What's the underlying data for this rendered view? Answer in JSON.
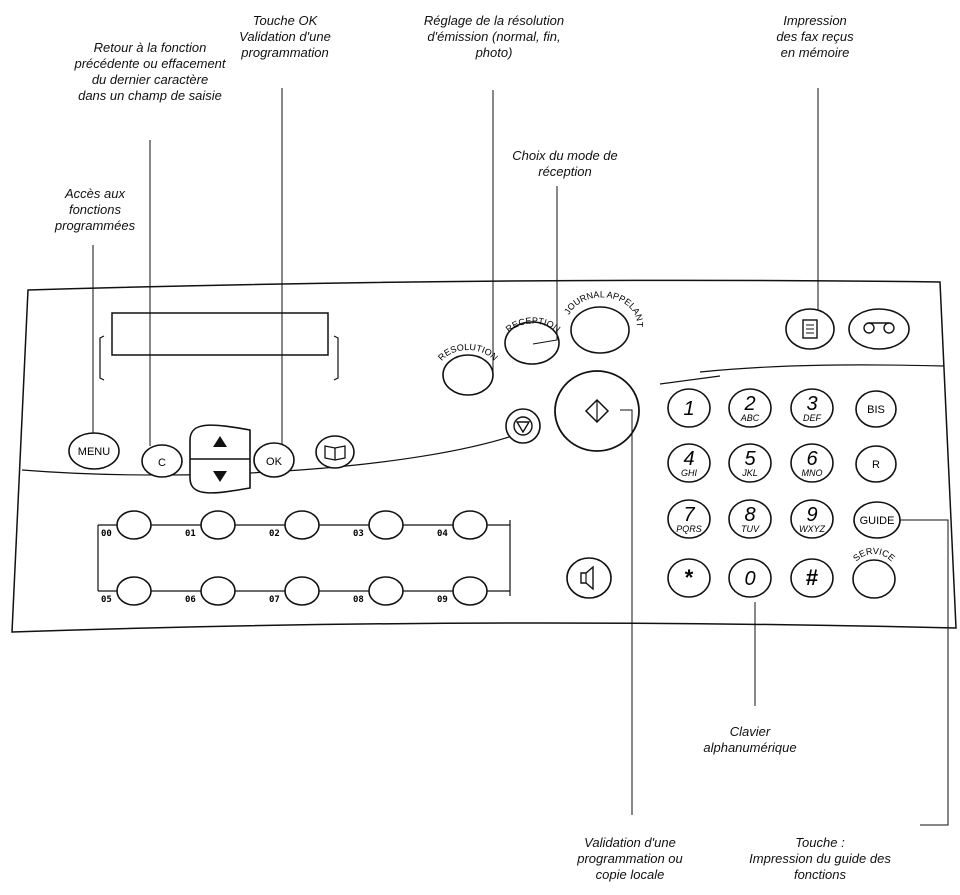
{
  "captions": {
    "retour": [
      "Retour à la fonction",
      "précédente ou effacement",
      "du dernier caractère",
      "dans un champ de saisie"
    ],
    "touche_ok": [
      "Touche OK",
      "Validation d'une",
      "programmation"
    ],
    "reglage_resolution": [
      "Réglage de la résolution",
      "d'émission (normal, fin,",
      "photo)"
    ],
    "impression_fax": [
      "Impression",
      "des fax reçus",
      "en mémoire"
    ],
    "choix_mode": [
      "Choix du mode de",
      "réception"
    ],
    "acces_fonctions": [
      "Accès aux",
      "fonctions",
      "programmées"
    ],
    "clavier": [
      "Clavier",
      "alphanumérique"
    ],
    "validation_copie": [
      "Validation d'une",
      "programmation ou",
      "copie locale"
    ],
    "touche_guide": [
      "Touche :",
      "Impression du guide des",
      "fonctions"
    ]
  },
  "buttons": {
    "menu": "MENU",
    "c": "C",
    "ok": "OK",
    "resolution": "RESOLUTION",
    "reception": "RECEPTION",
    "journal": "JOURNAL APPELANT",
    "bis": "BIS",
    "r": "R",
    "guide": "GUIDE",
    "service": "SERVICE"
  },
  "keypad": [
    {
      "main": "1",
      "sub": ""
    },
    {
      "main": "2",
      "sub": "ABC"
    },
    {
      "main": "3",
      "sub": "DEF"
    },
    {
      "main": "4",
      "sub": "GHI"
    },
    {
      "main": "5",
      "sub": "JKL"
    },
    {
      "main": "6",
      "sub": "MNO"
    },
    {
      "main": "7",
      "sub": "PQRS"
    },
    {
      "main": "8",
      "sub": "TUV"
    },
    {
      "main": "9",
      "sub": "WXYZ"
    },
    {
      "main": "*",
      "sub": ""
    },
    {
      "main": "0",
      "sub": ""
    },
    {
      "main": "#",
      "sub": ""
    }
  ],
  "memory_keys": [
    "00",
    "01",
    "02",
    "03",
    "04",
    "05",
    "06",
    "07",
    "08",
    "09"
  ],
  "icons": {
    "stop": "stop-icon",
    "start": "start-icon",
    "directory": "book-icon",
    "speaker": "speaker-icon",
    "print_memory": "document-icon",
    "answering": "tape-icon",
    "arrow_up": "arrow-up-icon",
    "arrow_down": "arrow-down-icon"
  }
}
